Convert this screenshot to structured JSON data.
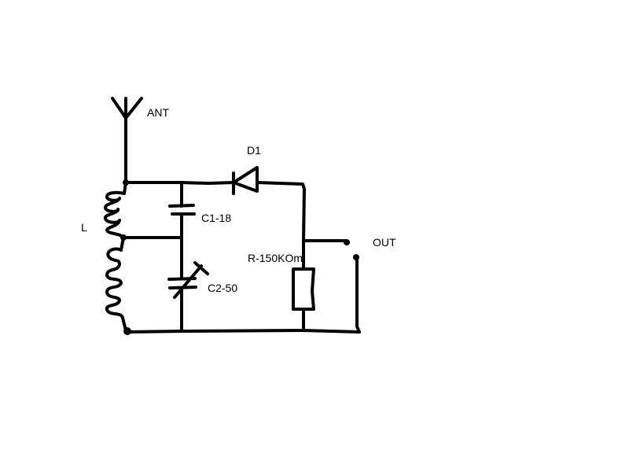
{
  "diagram": {
    "title": "Crystal radio receiver schematic",
    "labels": {
      "antenna": "ANT",
      "inductor": "L",
      "capacitor1": "C1-18",
      "capacitor2": "C2-50",
      "diode": "D1",
      "resistor": "R-150KOm",
      "output": "OUT"
    },
    "colors": {
      "ink": "#000000",
      "background": "#ffffff"
    }
  }
}
